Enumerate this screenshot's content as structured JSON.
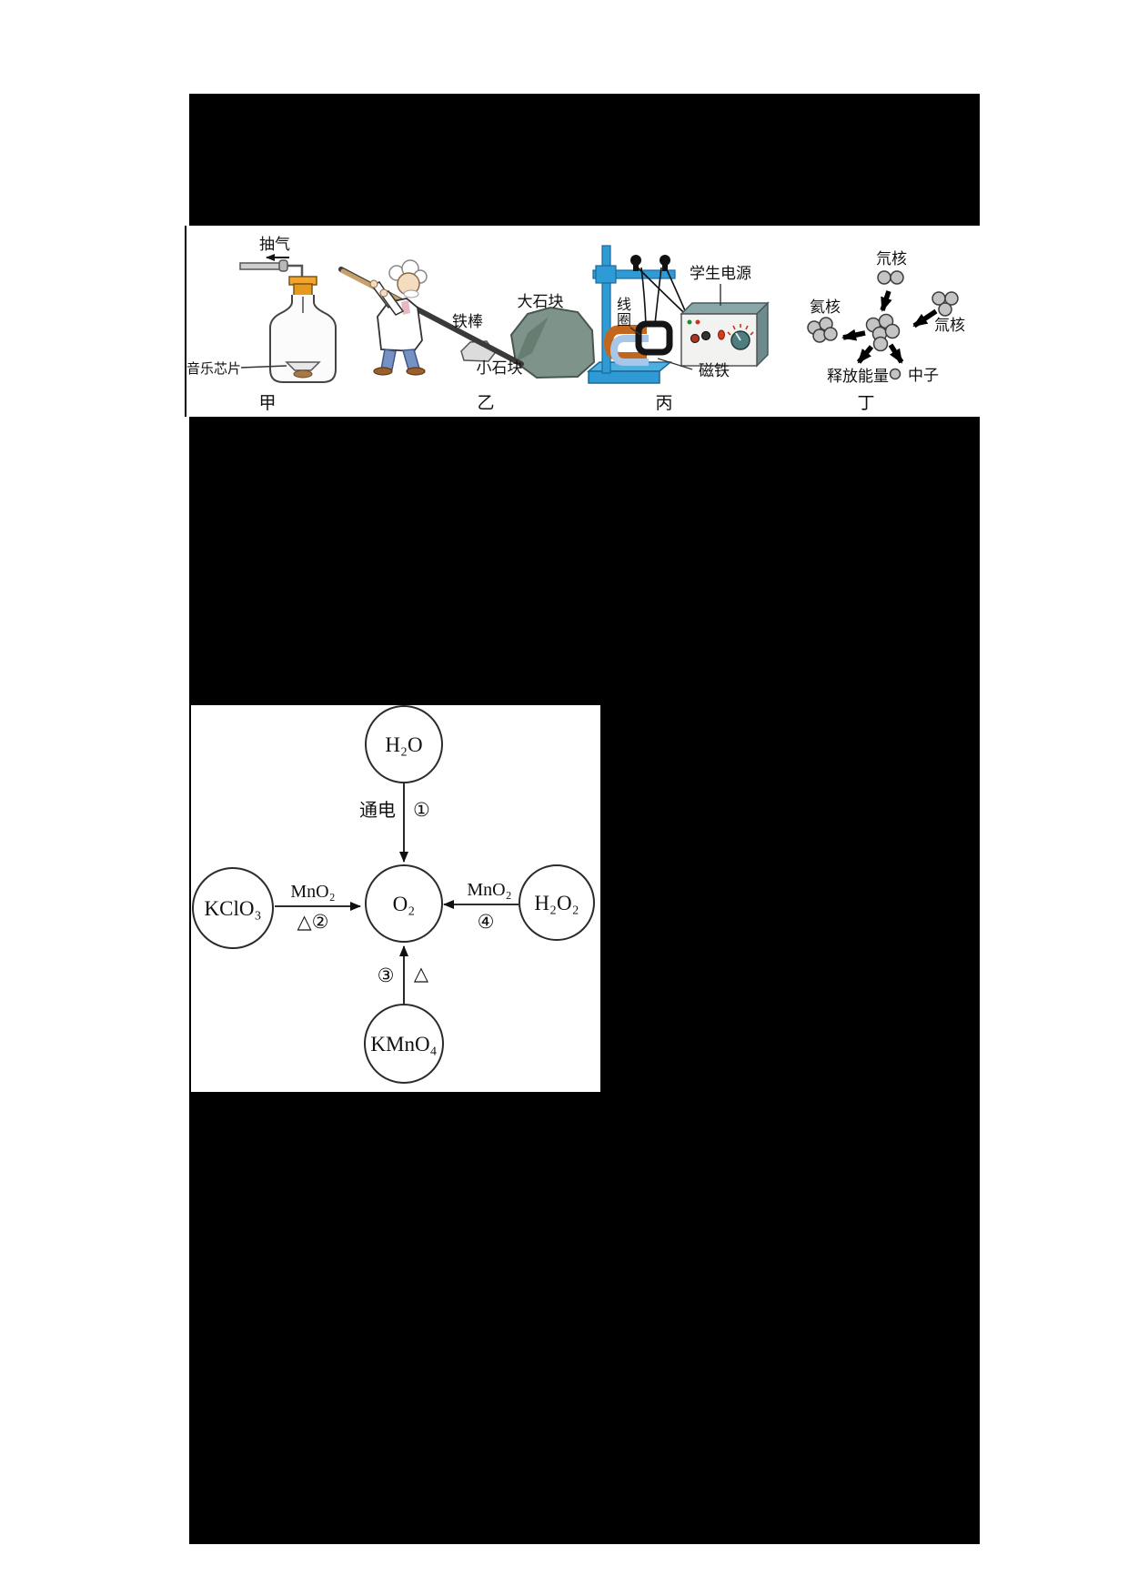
{
  "page": {
    "background": "#ffffff",
    "redaction_color": "#000000"
  },
  "figures_strip": {
    "panels": [
      {
        "caption": "甲",
        "labels": {
          "pump": "抽气",
          "chip": "音乐芯片"
        }
      },
      {
        "caption": "乙",
        "labels": {
          "rod": "铁棒",
          "big_rock": "大石块",
          "small_rock": "小石块"
        }
      },
      {
        "caption": "丙",
        "labels": {
          "coil_top": "线",
          "coil_bottom": "圈",
          "magnet": "磁铁",
          "power_supply": "学生电源"
        }
      },
      {
        "caption": "丁",
        "labels": {
          "deuterium": "氘核",
          "tritium": "氚核",
          "helium": "氦核",
          "energy": "释放能量",
          "neutron": "中子"
        }
      }
    ]
  },
  "chem_diagram": {
    "nodes": {
      "water": "H₂O",
      "kclo3": "KClO₃",
      "o2": "O₂",
      "h2o2": "H₂O₂",
      "kmno4": "KMnO₄"
    },
    "labels": {
      "electrify": "通电",
      "n1": "①",
      "mno2_left": "MnO₂",
      "delta_n2": "△②",
      "mno2_right": "MnO₂",
      "n4": "④",
      "n3": "③",
      "delta": "△"
    }
  }
}
